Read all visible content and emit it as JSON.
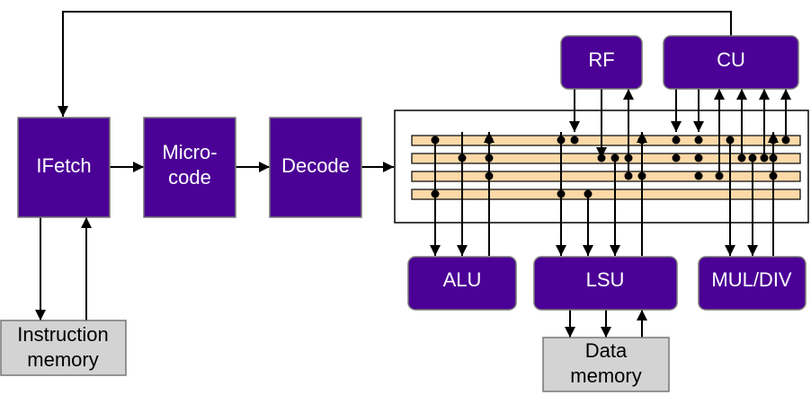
{
  "blocks": {
    "ifetch": "IFetch",
    "microcode_line1": "Micro-",
    "microcode_line2": "code",
    "decode": "Decode",
    "rf": "RF",
    "cu": "CU",
    "alu": "ALU",
    "lsu": "LSU",
    "muldiv": "MUL/DIV",
    "imem_line1": "Instruction",
    "imem_line2": "memory",
    "dmem_line1": "Data",
    "dmem_line2": "memory"
  },
  "colors": {
    "unit_fill": "#4b0096",
    "unit_stroke": "#777777",
    "memory_fill": "#d3d3d3",
    "bus_fill": "#fdd9a8",
    "line": "#000000"
  },
  "icons": [
    "arrowhead",
    "junction-dot"
  ]
}
